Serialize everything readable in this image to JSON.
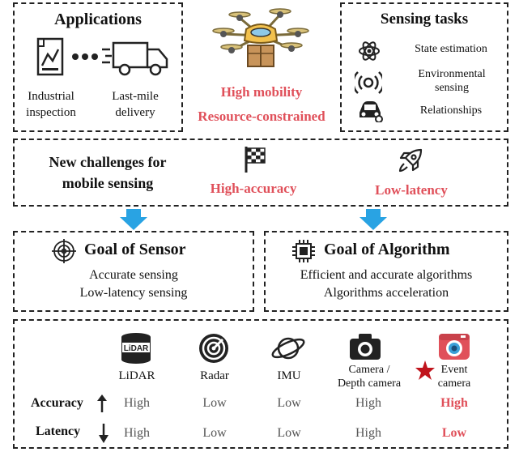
{
  "applications": {
    "title": "Applications",
    "items": [
      "Industrial\ninspection",
      "Last-mile\ndelivery"
    ]
  },
  "center": {
    "line1": "High mobility",
    "line2": "Resource-constrained"
  },
  "sensing_tasks": {
    "title": "Sensing tasks",
    "items": [
      "State estimation",
      "Environmental\nsensing",
      "Relationships"
    ]
  },
  "challenges": {
    "title": "New challenges for\nmobile sensing",
    "item1": "High-accuracy",
    "item2": "Low-latency"
  },
  "goal_sensor": {
    "title": "Goal of Sensor",
    "lines": [
      "Accurate sensing",
      "Low-latency sensing"
    ]
  },
  "goal_algorithm": {
    "title": "Goal of Algorithm",
    "lines": [
      "Efficient and accurate algorithms",
      "Algorithms acceleration"
    ]
  },
  "sensors": {
    "lidar_badge": "LiDAR",
    "names": [
      "LiDAR",
      "Radar",
      "IMU",
      "Camera /\nDepth camera",
      "Event\ncamera"
    ],
    "row_labels": [
      "Accuracy",
      "Latency"
    ],
    "accuracy": [
      "High",
      "Low",
      "Low",
      "High",
      "High"
    ],
    "latency": [
      "High",
      "Low",
      "Low",
      "High",
      "Low"
    ]
  },
  "colors": {
    "accent_red": "#e0505a",
    "arrow_blue": "#29a3e3"
  }
}
